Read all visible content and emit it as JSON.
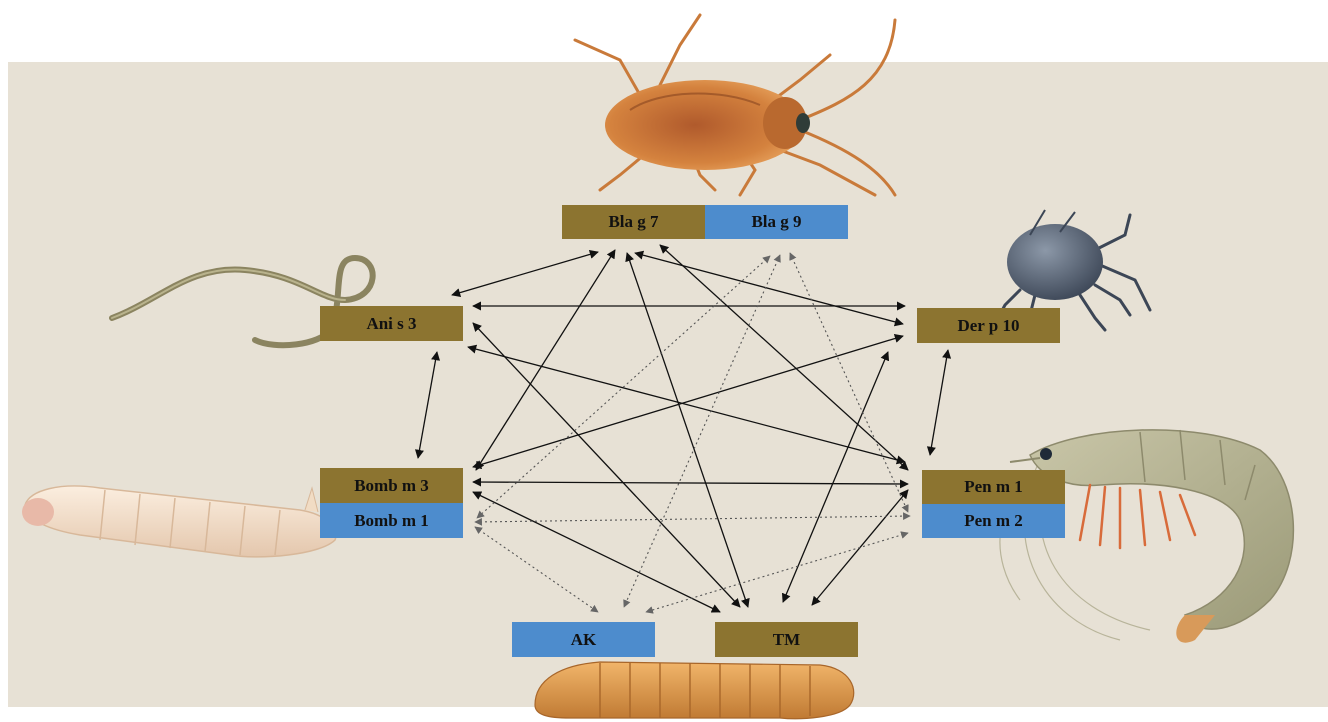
{
  "labels": {
    "bla_g_7": "Bla g 7",
    "bla_g_9": "Bla g 9",
    "ani_s_3": "Ani s 3",
    "der_p_10": "Der p 10",
    "bomb_m_3": "Bomb m 3",
    "bomb_m_1": "Bomb m 1",
    "pen_m_1": "Pen m 1",
    "pen_m_2": "Pen m 2",
    "ak": "AK",
    "tm": "TM"
  },
  "colors": {
    "background_panel": "#e7e1d5",
    "tropomyosin_box": "#8c7430",
    "arginine_kinase_box": "#4d8ccd",
    "solid_arrow": "#111111",
    "dotted_arrow": "#555555"
  },
  "illustrations": [
    "cockroach-illustration",
    "worm-illustration",
    "mite-illustration",
    "silkworm-illustration",
    "shrimp-illustration",
    "mealworm-illustration"
  ]
}
